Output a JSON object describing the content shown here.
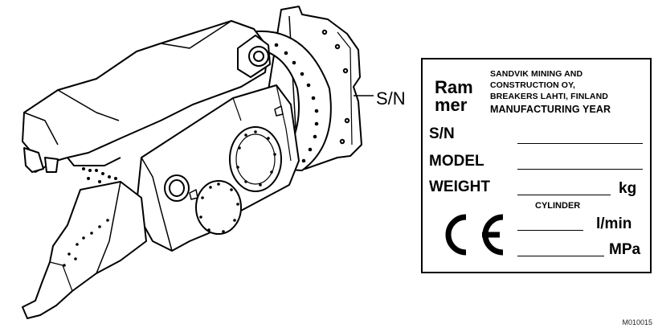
{
  "callout": {
    "label": "S/N"
  },
  "plate": {
    "logo_text": [
      "Ram",
      "mer"
    ],
    "manufacturer_lines": [
      "SANDVIK MINING AND",
      "CONSTRUCTION OY,",
      "BREAKERS LAHTI, FINLAND"
    ],
    "manufacturing_year_label": "MANUFACTURING YEAR",
    "sn_label": "S/N",
    "model_label": "MODEL",
    "weight_label": "WEIGHT",
    "weight_unit": "kg",
    "cylinder_label": "CYLINDER",
    "flow_unit": "l/min",
    "pressure_unit": "MPa",
    "ce_mark": "CE"
  },
  "figure_id": "M010015"
}
